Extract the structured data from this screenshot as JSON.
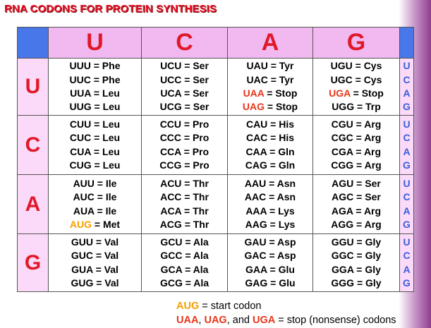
{
  "title": "RNA CODONS FOR PROTEIN SYNTHESIS",
  "column_headers": [
    "U",
    "C",
    "A",
    "G"
  ],
  "third_position": [
    "U",
    "C",
    "A",
    "G"
  ],
  "rows": [
    {
      "base": "U",
      "cells": [
        [
          {
            "t": "UUU = Phe"
          },
          {
            "t": "UUC = Phe"
          },
          {
            "t": "UUA = Leu"
          },
          {
            "t": "UUG = Leu"
          }
        ],
        [
          {
            "t": "UCU = Ser"
          },
          {
            "t": "UCC = Ser"
          },
          {
            "t": "UCA = Ser"
          },
          {
            "t": "UCG = Ser"
          }
        ],
        [
          {
            "t": "UAU = Tyr"
          },
          {
            "t": "UAC = Tyr"
          },
          {
            "c": "UAA",
            "r": " = Stop",
            "k": "stop"
          },
          {
            "c": "UAG",
            "r": " = Stop",
            "k": "stop"
          }
        ],
        [
          {
            "t": "UGU = Cys"
          },
          {
            "t": "UGC = Cys"
          },
          {
            "c": "UGA",
            "r": " = Stop",
            "k": "stop"
          },
          {
            "t": "UGG = Trp"
          }
        ]
      ]
    },
    {
      "base": "C",
      "cells": [
        [
          {
            "t": "CUU = Leu"
          },
          {
            "t": "CUC = Leu"
          },
          {
            "t": "CUA = Leu"
          },
          {
            "t": "CUG = Leu"
          }
        ],
        [
          {
            "t": "CCU = Pro"
          },
          {
            "t": "CCC = Pro"
          },
          {
            "t": "CCA = Pro"
          },
          {
            "t": "CCG = Pro"
          }
        ],
        [
          {
            "t": "CAU = His"
          },
          {
            "t": "CAC = His"
          },
          {
            "t": "CAA = Gln"
          },
          {
            "t": "CAG = Gln"
          }
        ],
        [
          {
            "t": "CGU = Arg"
          },
          {
            "t": "CGC = Arg"
          },
          {
            "t": "CGA = Arg"
          },
          {
            "t": "CGG = Arg"
          }
        ]
      ]
    },
    {
      "base": "A",
      "cells": [
        [
          {
            "t": "AUU = Ile"
          },
          {
            "t": "AUC = Ile"
          },
          {
            "t": "AUA = Ile"
          },
          {
            "c": "AUG",
            "r": " = Met",
            "k": "start"
          }
        ],
        [
          {
            "t": "ACU = Thr"
          },
          {
            "t": "ACC = Thr"
          },
          {
            "t": "ACA = Thr"
          },
          {
            "t": "ACG = Thr"
          }
        ],
        [
          {
            "t": "AAU = Asn"
          },
          {
            "t": "AAC = Asn"
          },
          {
            "t": "AAA = Lys"
          },
          {
            "t": "AAG = Lys"
          }
        ],
        [
          {
            "t": "AGU = Ser"
          },
          {
            "t": "AGC = Ser"
          },
          {
            "t": "AGA = Arg"
          },
          {
            "t": "AGG = Arg"
          }
        ]
      ]
    },
    {
      "base": "G",
      "cells": [
        [
          {
            "t": "GUU = Val"
          },
          {
            "t": "GUC = Val"
          },
          {
            "t": "GUA = Val"
          },
          {
            "t": "GUG = Val"
          }
        ],
        [
          {
            "t": "GCU = Ala"
          },
          {
            "t": "GCC = Ala"
          },
          {
            "t": "GCA = Ala"
          },
          {
            "t": "GCG = Ala"
          }
        ],
        [
          {
            "t": "GAU = Asp"
          },
          {
            "t": "GAC = Asp"
          },
          {
            "t": "GAA = Glu"
          },
          {
            "t": "GAG = Glu"
          }
        ],
        [
          {
            "t": "GGU = Gly"
          },
          {
            "t": "GGC = Gly"
          },
          {
            "t": "GGA = Gly"
          },
          {
            "t": "GGG = Gly"
          }
        ]
      ]
    }
  ],
  "legend": {
    "start_codon": "AUG",
    "start_text": " = start codon",
    "stop_1": "UAA",
    "sep_1": ", ",
    "stop_2": "UAG",
    "sep_2": ", and ",
    "stop_3": "UGA",
    "stop_text": " = stop (nonsense) codons"
  },
  "colors": {
    "header_bg": "#f2b8f0",
    "side_bg": "#fbd9f9",
    "corner_blue": "#4777e8",
    "base_letter": "#e01828",
    "third_letter": "#3a5fd8",
    "stop": "#e8351a",
    "start": "#f5a000"
  }
}
